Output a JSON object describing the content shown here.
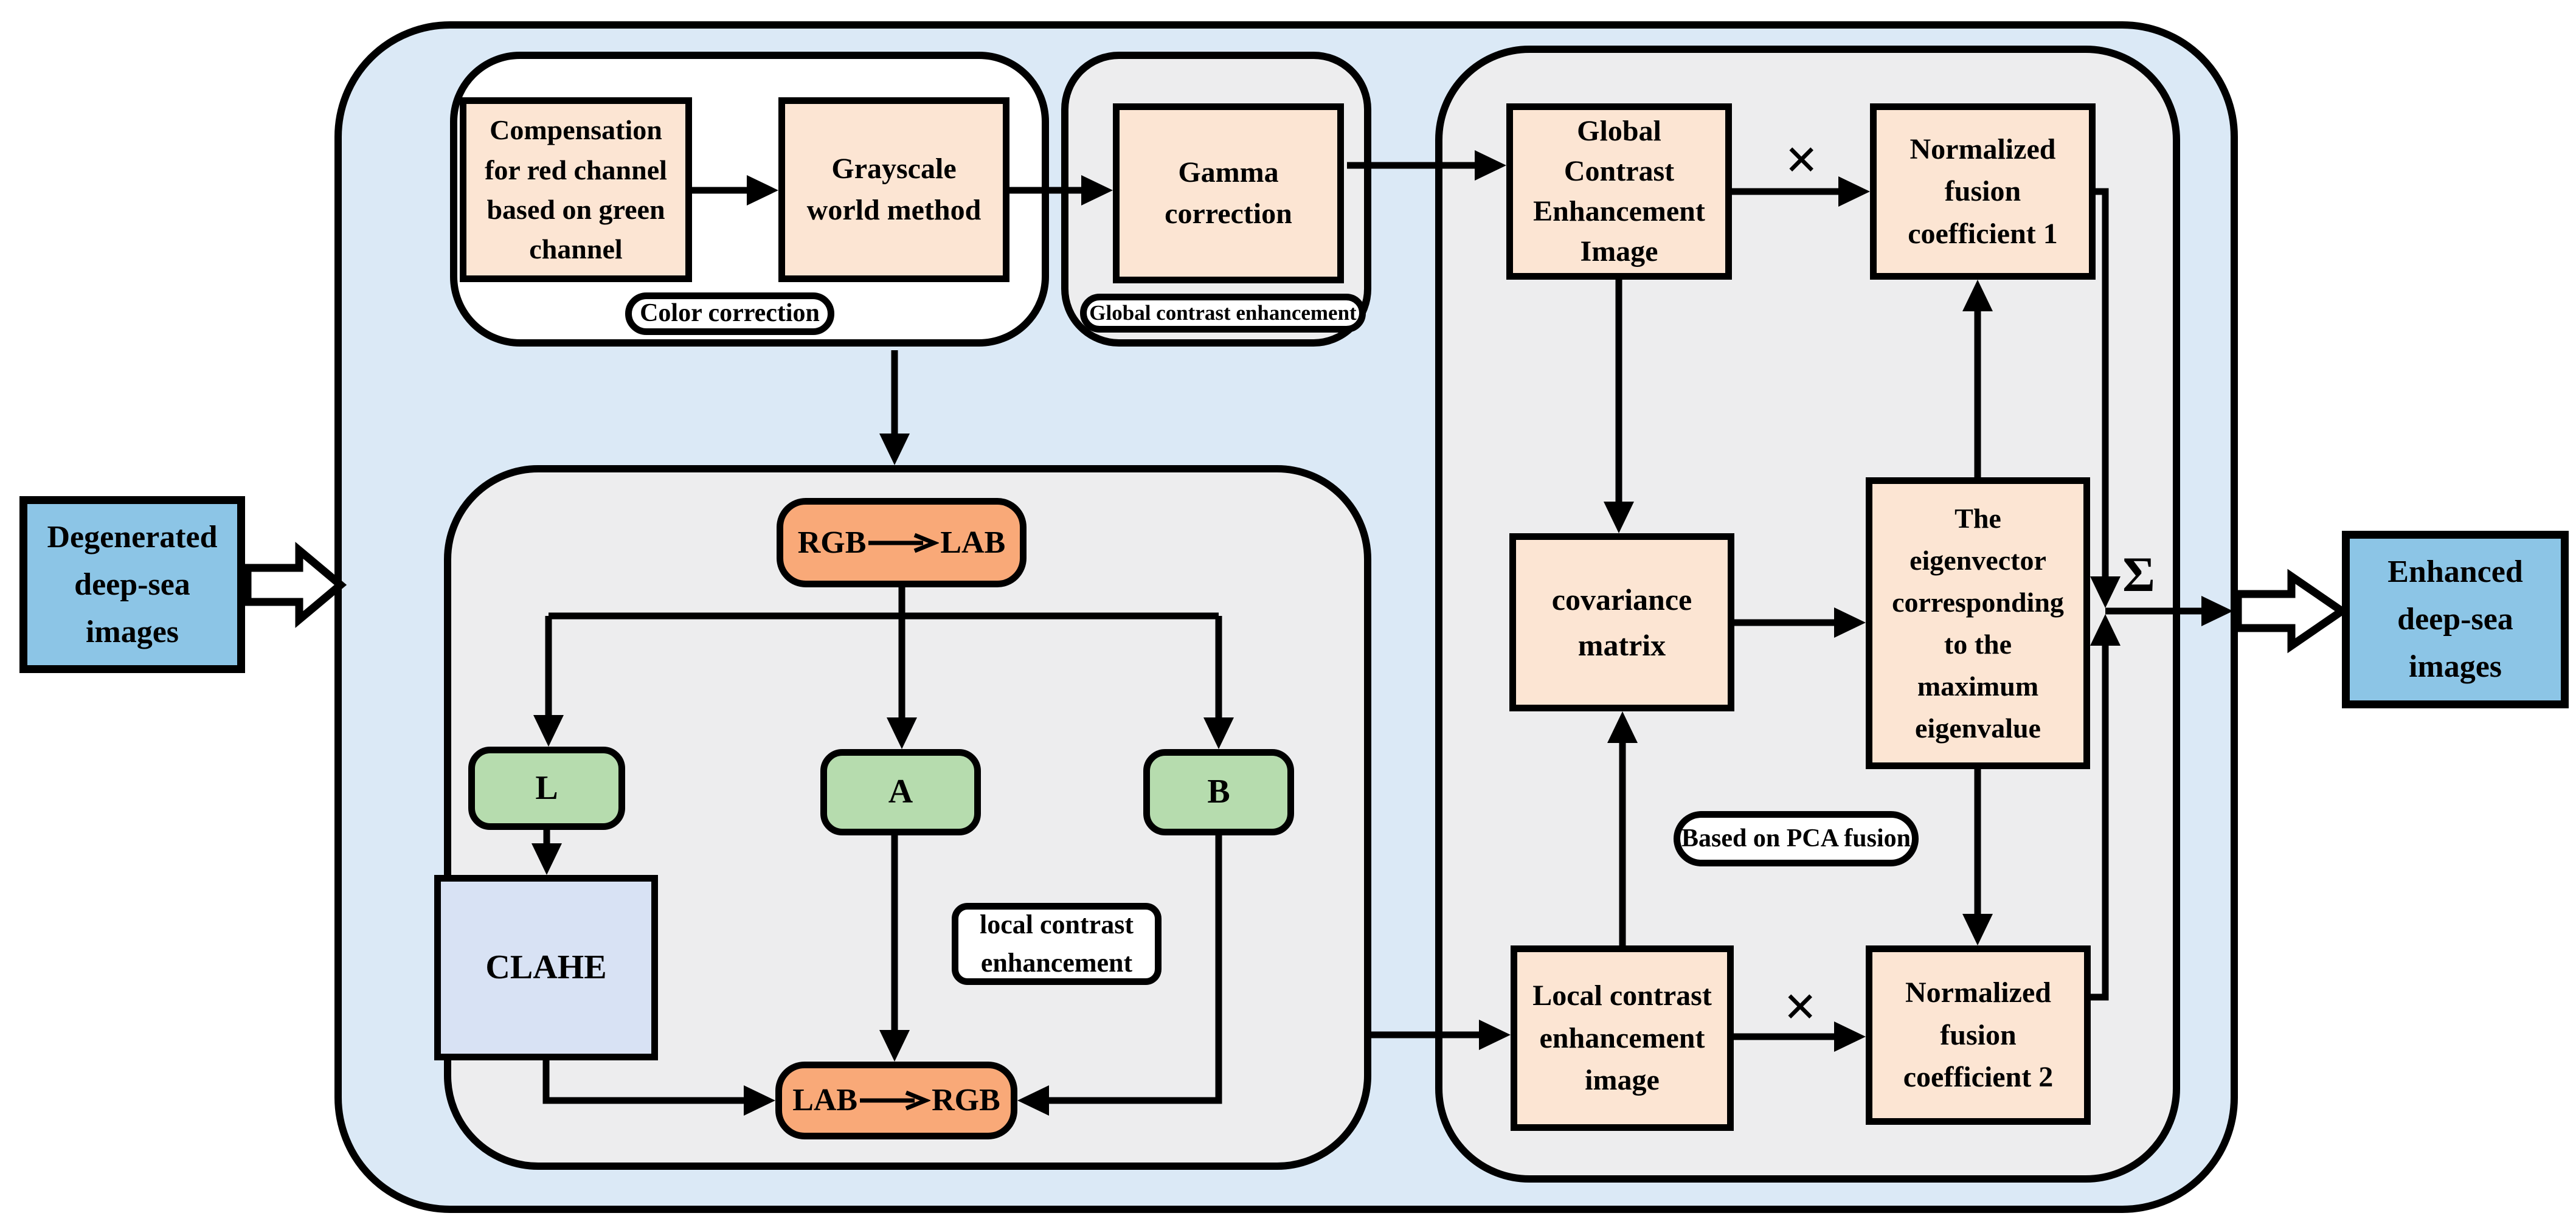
{
  "colors": {
    "outer_container": "#dbe9f6",
    "panel_gray": "#ededee",
    "box_peach": "#fce5d3",
    "box_orange": "#f9a978",
    "box_green": "#b6dcae",
    "box_clahe": "#d8e2f4",
    "box_blue": "#8cc5e6",
    "line_black": "#000000"
  },
  "io": {
    "input_label": "Degenerated\ndeep-sea\nimages",
    "output_label": "Enhanced\ndeep-sea\nimages"
  },
  "color_correction": {
    "label": "Color correction",
    "compensation": "Compensation\nfor red channel\nbased on green\nchannel",
    "grayscale": "Grayscale\nworld method"
  },
  "global_contrast": {
    "label": "Global contrast enhancement",
    "gamma": "Gamma\ncorrection"
  },
  "local_contrast": {
    "label": "local contrast\nenhancement",
    "rgb_to_lab": {
      "from": "RGB",
      "to": "LAB"
    },
    "channels": [
      "L",
      "A",
      "B"
    ],
    "clahe": "CLAHE",
    "lab_to_rgb": {
      "from": "LAB",
      "to": "RGB"
    }
  },
  "pca_fusion": {
    "label": "Based on PCA fusion",
    "gcei": "Global\nContrast\nEnhancement\nImage",
    "nfc1": "Normalized\nfusion\ncoefficient 1",
    "covariance": "covariance\nmatrix",
    "eigenvector": "The\neigenvector\ncorresponding\nto the\nmaximum\neigenvalue",
    "lcei": "Local contrast\nenhancement\nimage",
    "nfc2": "Normalized\nfusion\ncoefficient 2",
    "multiply_symbol": "×",
    "sum_symbol": "Σ"
  }
}
